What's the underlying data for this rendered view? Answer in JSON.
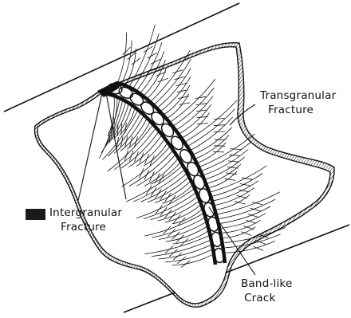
{
  "labels": {
    "transgranular": [
      "Transgranular",
      "Fracture"
    ],
    "intergranular": [
      "Intergranular",
      "Fracture"
    ],
    "band_like": [
      "Band-like",
      "Crack"
    ]
  },
  "colors": {
    "ink": "#111111",
    "background": "#ffffff",
    "legend_swatch": "#1a1a1a"
  }
}
